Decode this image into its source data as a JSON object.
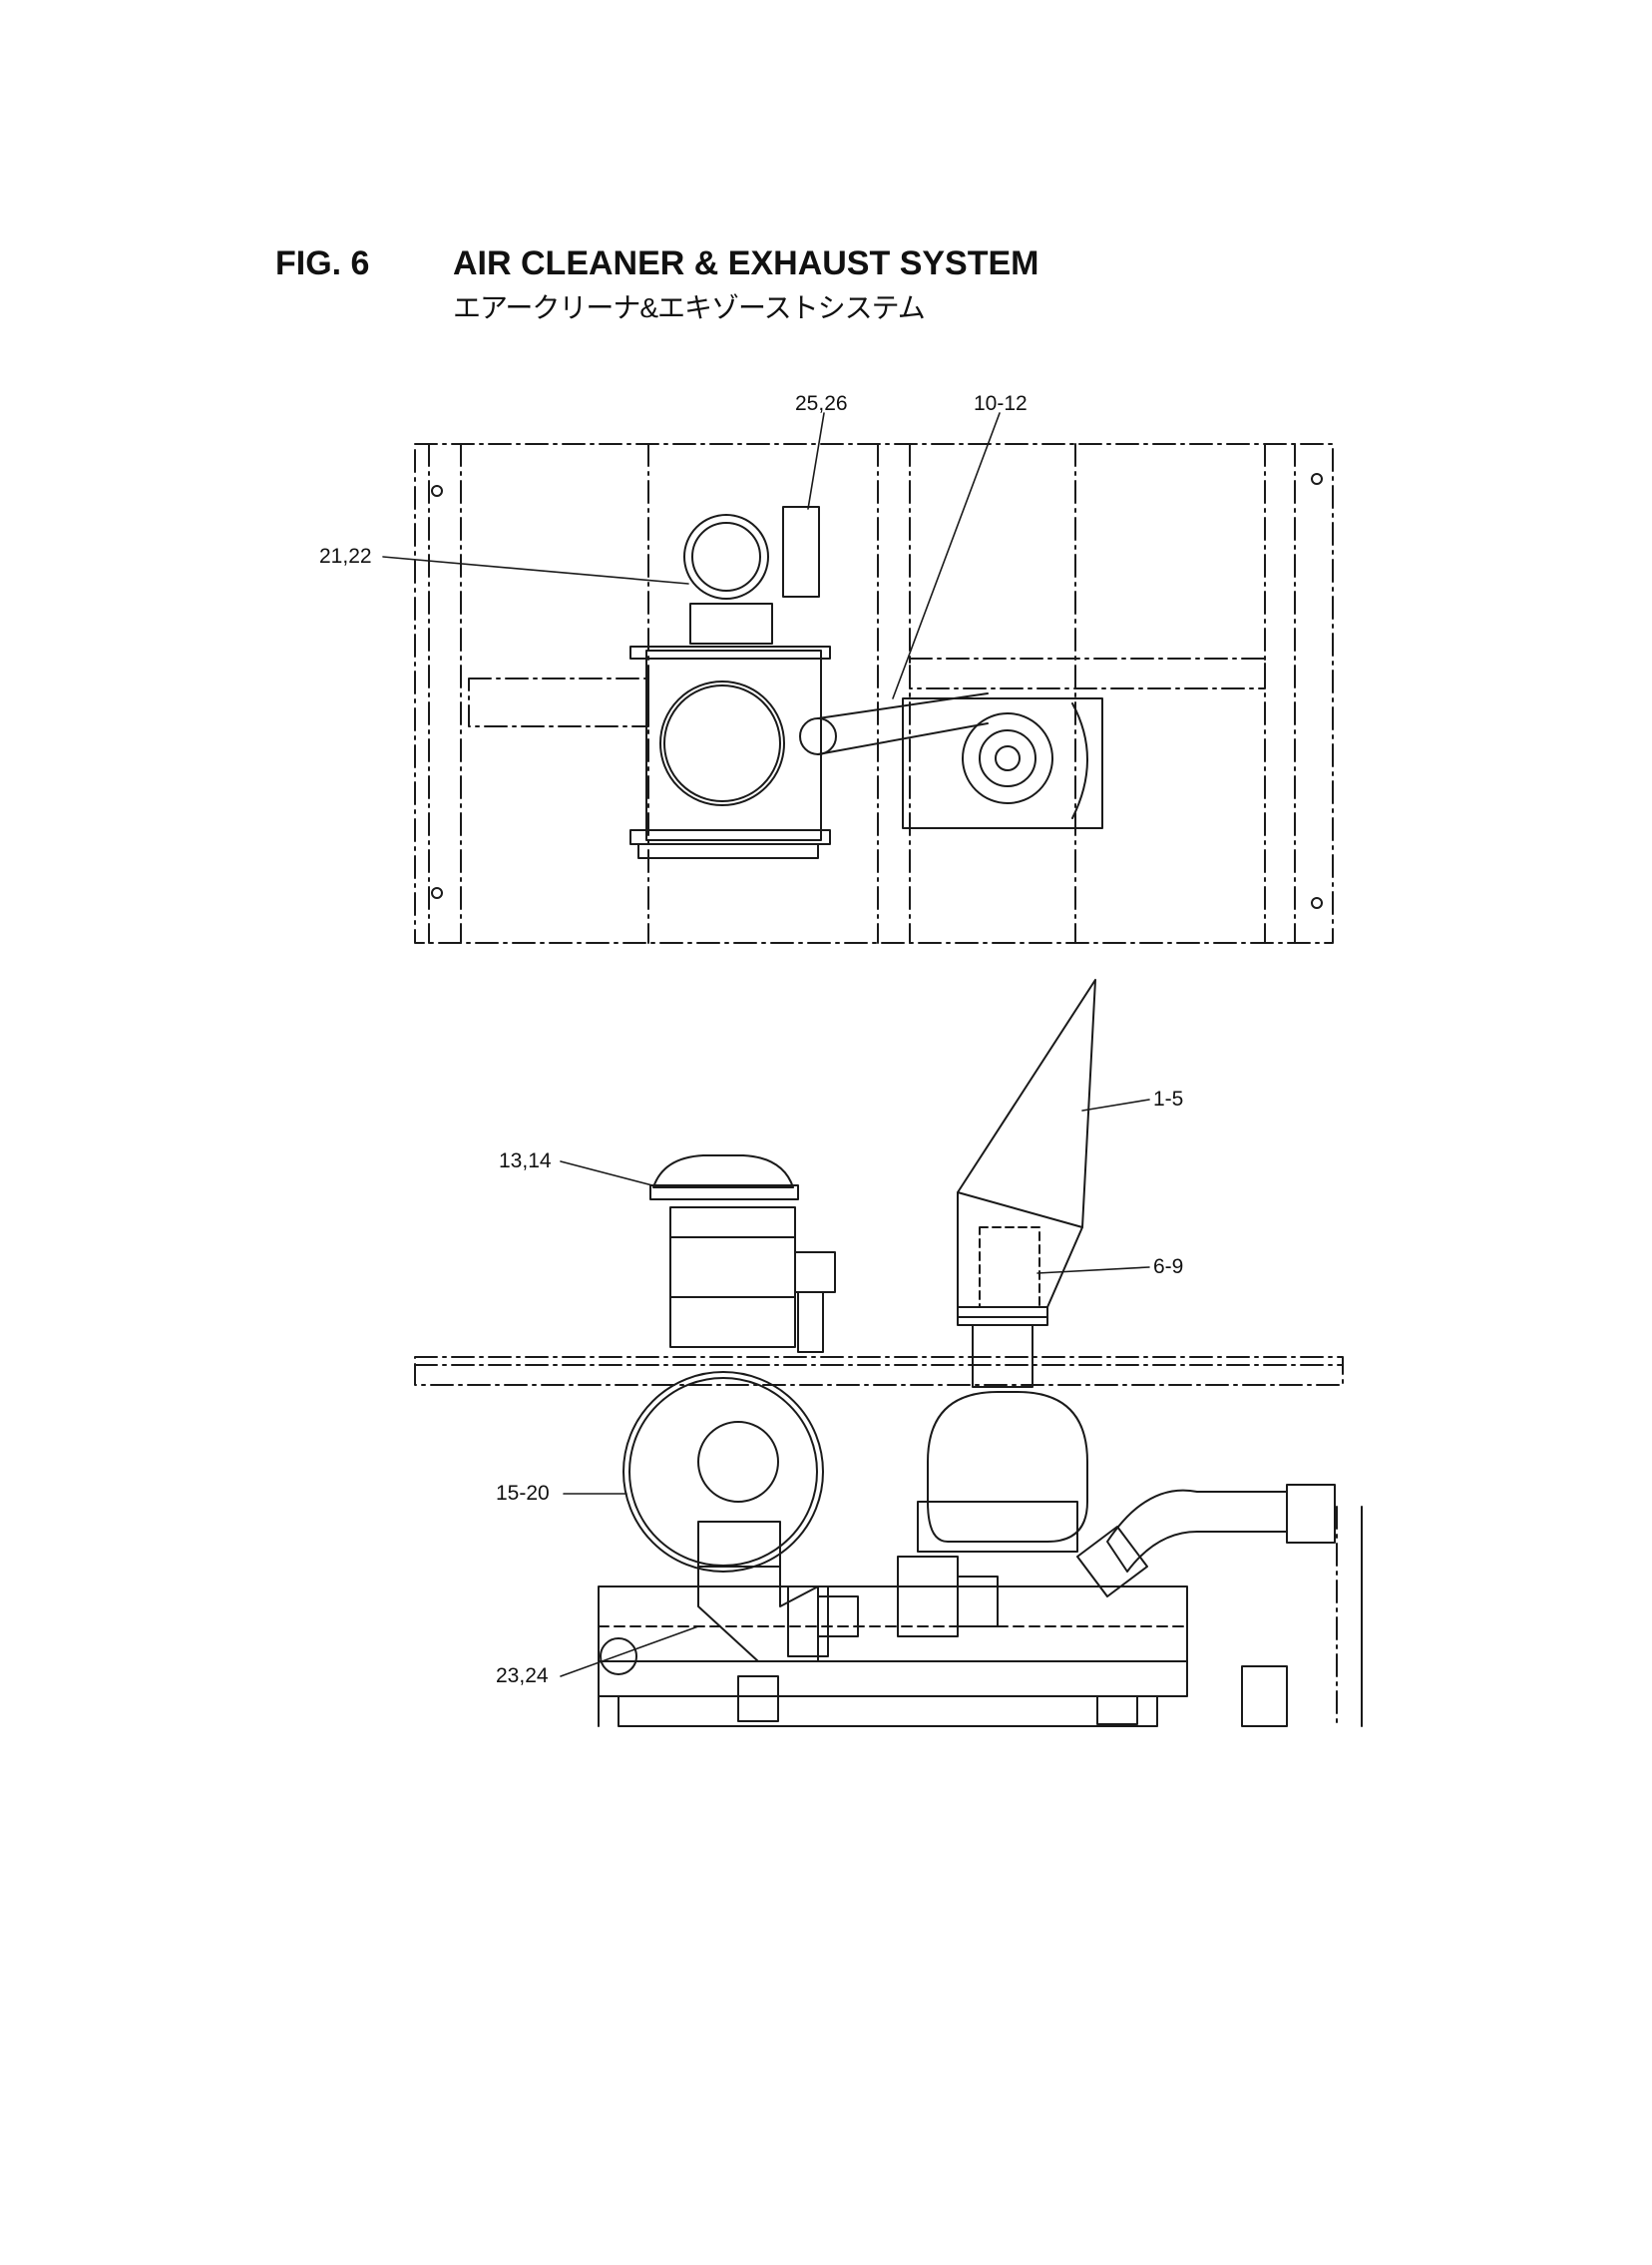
{
  "header": {
    "figure_label": "FIG. 6",
    "title": "AIR CLEANER & EXHAUST SYSTEM",
    "title_jp": "エアークリーナ&エキゾーストシステム"
  },
  "callouts": {
    "c_25_26": "25,26",
    "c_10_12": "10-12",
    "c_21_22": "21,22",
    "c_1_5": "1-5",
    "c_13_14": "13,14",
    "c_6_9": "6-9",
    "c_15_20": "15-20",
    "c_23_24": "23,24"
  },
  "colors": {
    "line": "#1a1a1a",
    "background": "#ffffff"
  }
}
